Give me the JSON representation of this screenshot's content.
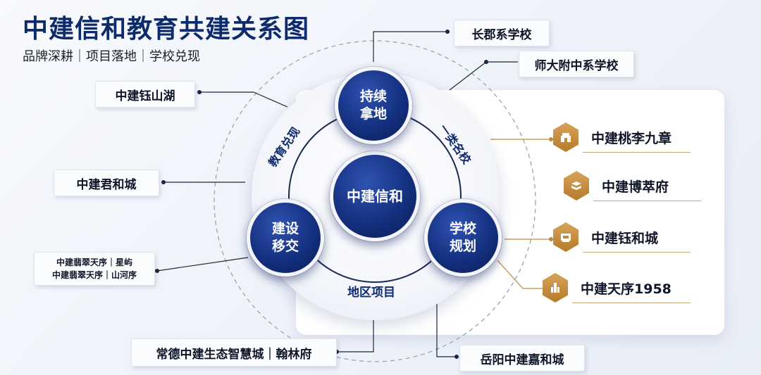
{
  "title": "中建信和教育共建关系图",
  "subtitle": "品牌深耕｜项目落地｜学校兑现",
  "center": {
    "label": "中建信和"
  },
  "nodes": {
    "top": "持续\n拿地",
    "left": "建设\n移交",
    "right": "学校\n规划"
  },
  "ring_labels": {
    "left": "教育兑现",
    "right": "一类名校",
    "bottom": "地区项目"
  },
  "callouts": {
    "changjun": "长郡系学校",
    "shida": "师大附中系学校",
    "yushanhu": "中建钰山湖",
    "junhecheng": "中建君和城",
    "feicui_line1": "中建翡翠天序｜星屿",
    "feicui_line2": "中建翡翠天序｜山河序",
    "changde": "常德中建生态智慧城｜翰林府",
    "yueyang": "岳阳中建嘉和城"
  },
  "schools": [
    {
      "name": "中建桃李九章",
      "icon": "building-icon"
    },
    {
      "name": "中建博萃府",
      "icon": "book-icon"
    },
    {
      "name": "中建钰和城",
      "icon": "board-icon"
    },
    {
      "name": "中建天序1958",
      "icon": "tower-icon"
    }
  ],
  "colors": {
    "navy": "#0d2a6b",
    "node_blue": "#14307f",
    "gold": "#c08a3e",
    "line": "#1c2640"
  }
}
